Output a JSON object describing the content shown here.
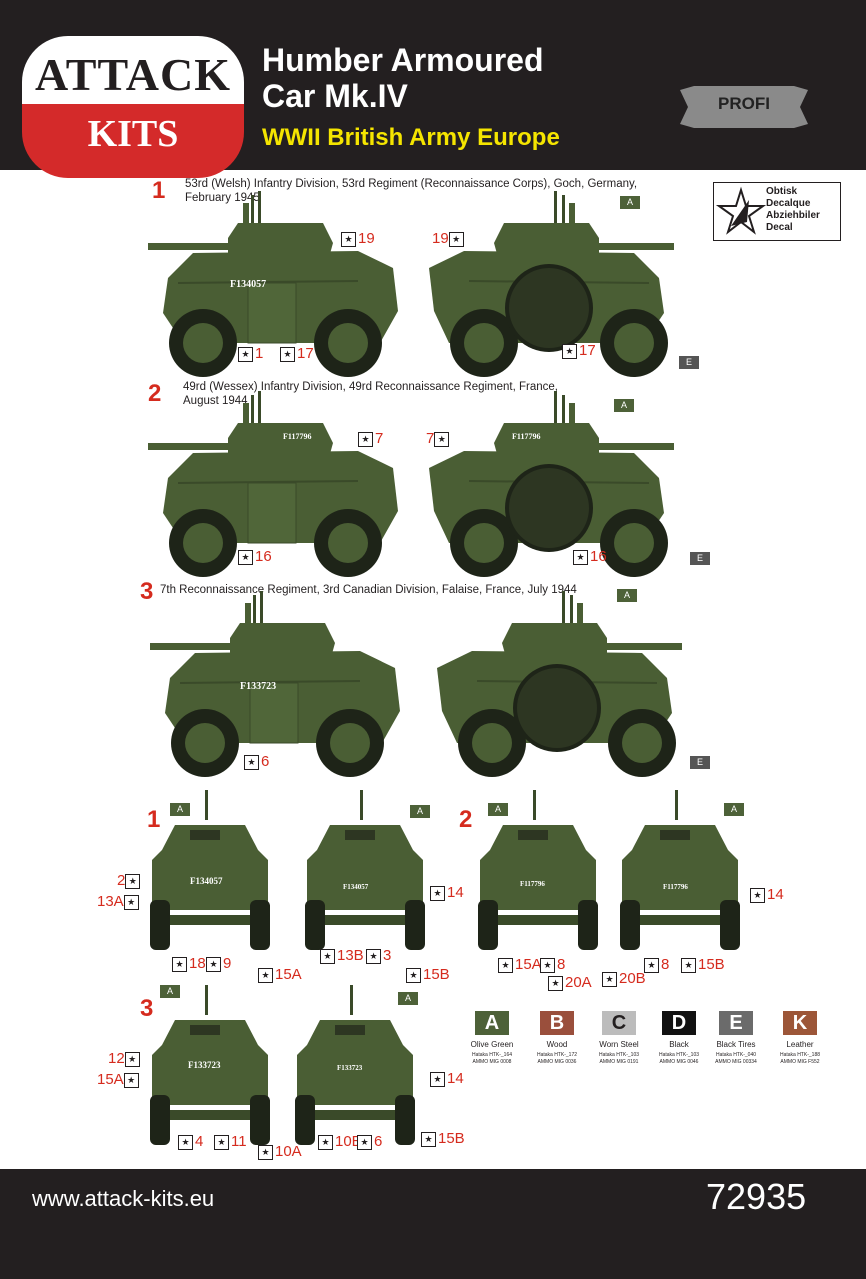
{
  "header": {
    "logo_top": "ATTACK",
    "logo_bottom": "KITS",
    "title_line1": "Humber Armoured",
    "title_line2": "Car Mk.IV",
    "subtitle": "WWII British Army Europe",
    "badge": "PROFI"
  },
  "decal_box": {
    "lines": [
      "Obtisk",
      "Decalque",
      "Abziehbiler",
      "Decal"
    ]
  },
  "schemes": [
    {
      "number": "1",
      "caption_line1": "53rd (Welsh) Infantry Division, 53rd Regiment (Reconnaissance Corps), Goch, Germany,",
      "caption_line2": "February 1945"
    },
    {
      "number": "2",
      "caption_line1": "49rd (Wessex) Infantry Division, 49rd Reconnaissance Regiment, France,",
      "caption_line2": "August 1944"
    },
    {
      "number": "3",
      "caption_line1": "7th Reconnaissance Regiment, 3rd Canadian Division, Falaise, France, July 1944",
      "caption_line2": ""
    }
  ],
  "serials": {
    "s1": "F134057",
    "s2": "F117796",
    "s3": "F133723"
  },
  "refs": {
    "r19a": "19",
    "r19b": "19",
    "r1": "1",
    "r17a": "17",
    "r17b": "17",
    "r7a": "7",
    "r7b": "7",
    "r16a": "16",
    "r16b": "16",
    "r6": "6",
    "f1_2": "2",
    "f1_13a": "13A",
    "f1_18": "18",
    "f1_9": "9",
    "f1_15a": "15A",
    "b1_14": "14",
    "b1_13b": "13B",
    "b1_3": "3",
    "b1_15b": "15B",
    "f2_15a": "15A",
    "f2_8": "8",
    "f2_20a": "20A",
    "b2_14": "14",
    "b2_20b": "20B",
    "b2_8": "8",
    "b2_15b": "15B",
    "f3_12": "12",
    "f3_15a": "15A",
    "f3_4": "4",
    "f3_11": "11",
    "f3_10a": "10A",
    "b3_14": "14",
    "b3_10b": "10B",
    "b3_6": "6",
    "b3_15b": "15B"
  },
  "bottom_numbers": {
    "n1": "1",
    "n2": "2",
    "n3": "3"
  },
  "paints": [
    {
      "letter": "A",
      "name": "Olive Green",
      "color": "#4d6138",
      "codes": [
        "Hataka HTK-_164",
        "AMMO MIG 0008"
      ]
    },
    {
      "letter": "B",
      "name": "Wood",
      "color": "#9a4f3c",
      "codes": [
        "Hataka HTK-_172",
        "AMMO MIG 0036"
      ]
    },
    {
      "letter": "C",
      "name": "Worn Steel",
      "color": "#bcbcbc",
      "codes": [
        "Hataka HTK-_103",
        "AMMO MIG 0191"
      ]
    },
    {
      "letter": "D",
      "name": "Black",
      "color": "#111111",
      "codes": [
        "Hataka HTK-_103",
        "AMMO MIG 0046"
      ]
    },
    {
      "letter": "E",
      "name": "Black Tires",
      "color": "#6b6b6b",
      "codes": [
        "Hataka HTK-_040",
        "AMMO MIG 00334"
      ]
    },
    {
      "letter": "K",
      "name": "Leather",
      "color": "#9c5638",
      "codes": [
        "Hataka HTK-_188",
        "AMMO MIG F552"
      ]
    }
  ],
  "footer": {
    "url": "www.attack-kits.eu",
    "code": "72935"
  },
  "colors": {
    "olive": "#4a5e34",
    "dark": "#231f20",
    "red": "#d52b1e",
    "yellow": "#f5e500"
  }
}
